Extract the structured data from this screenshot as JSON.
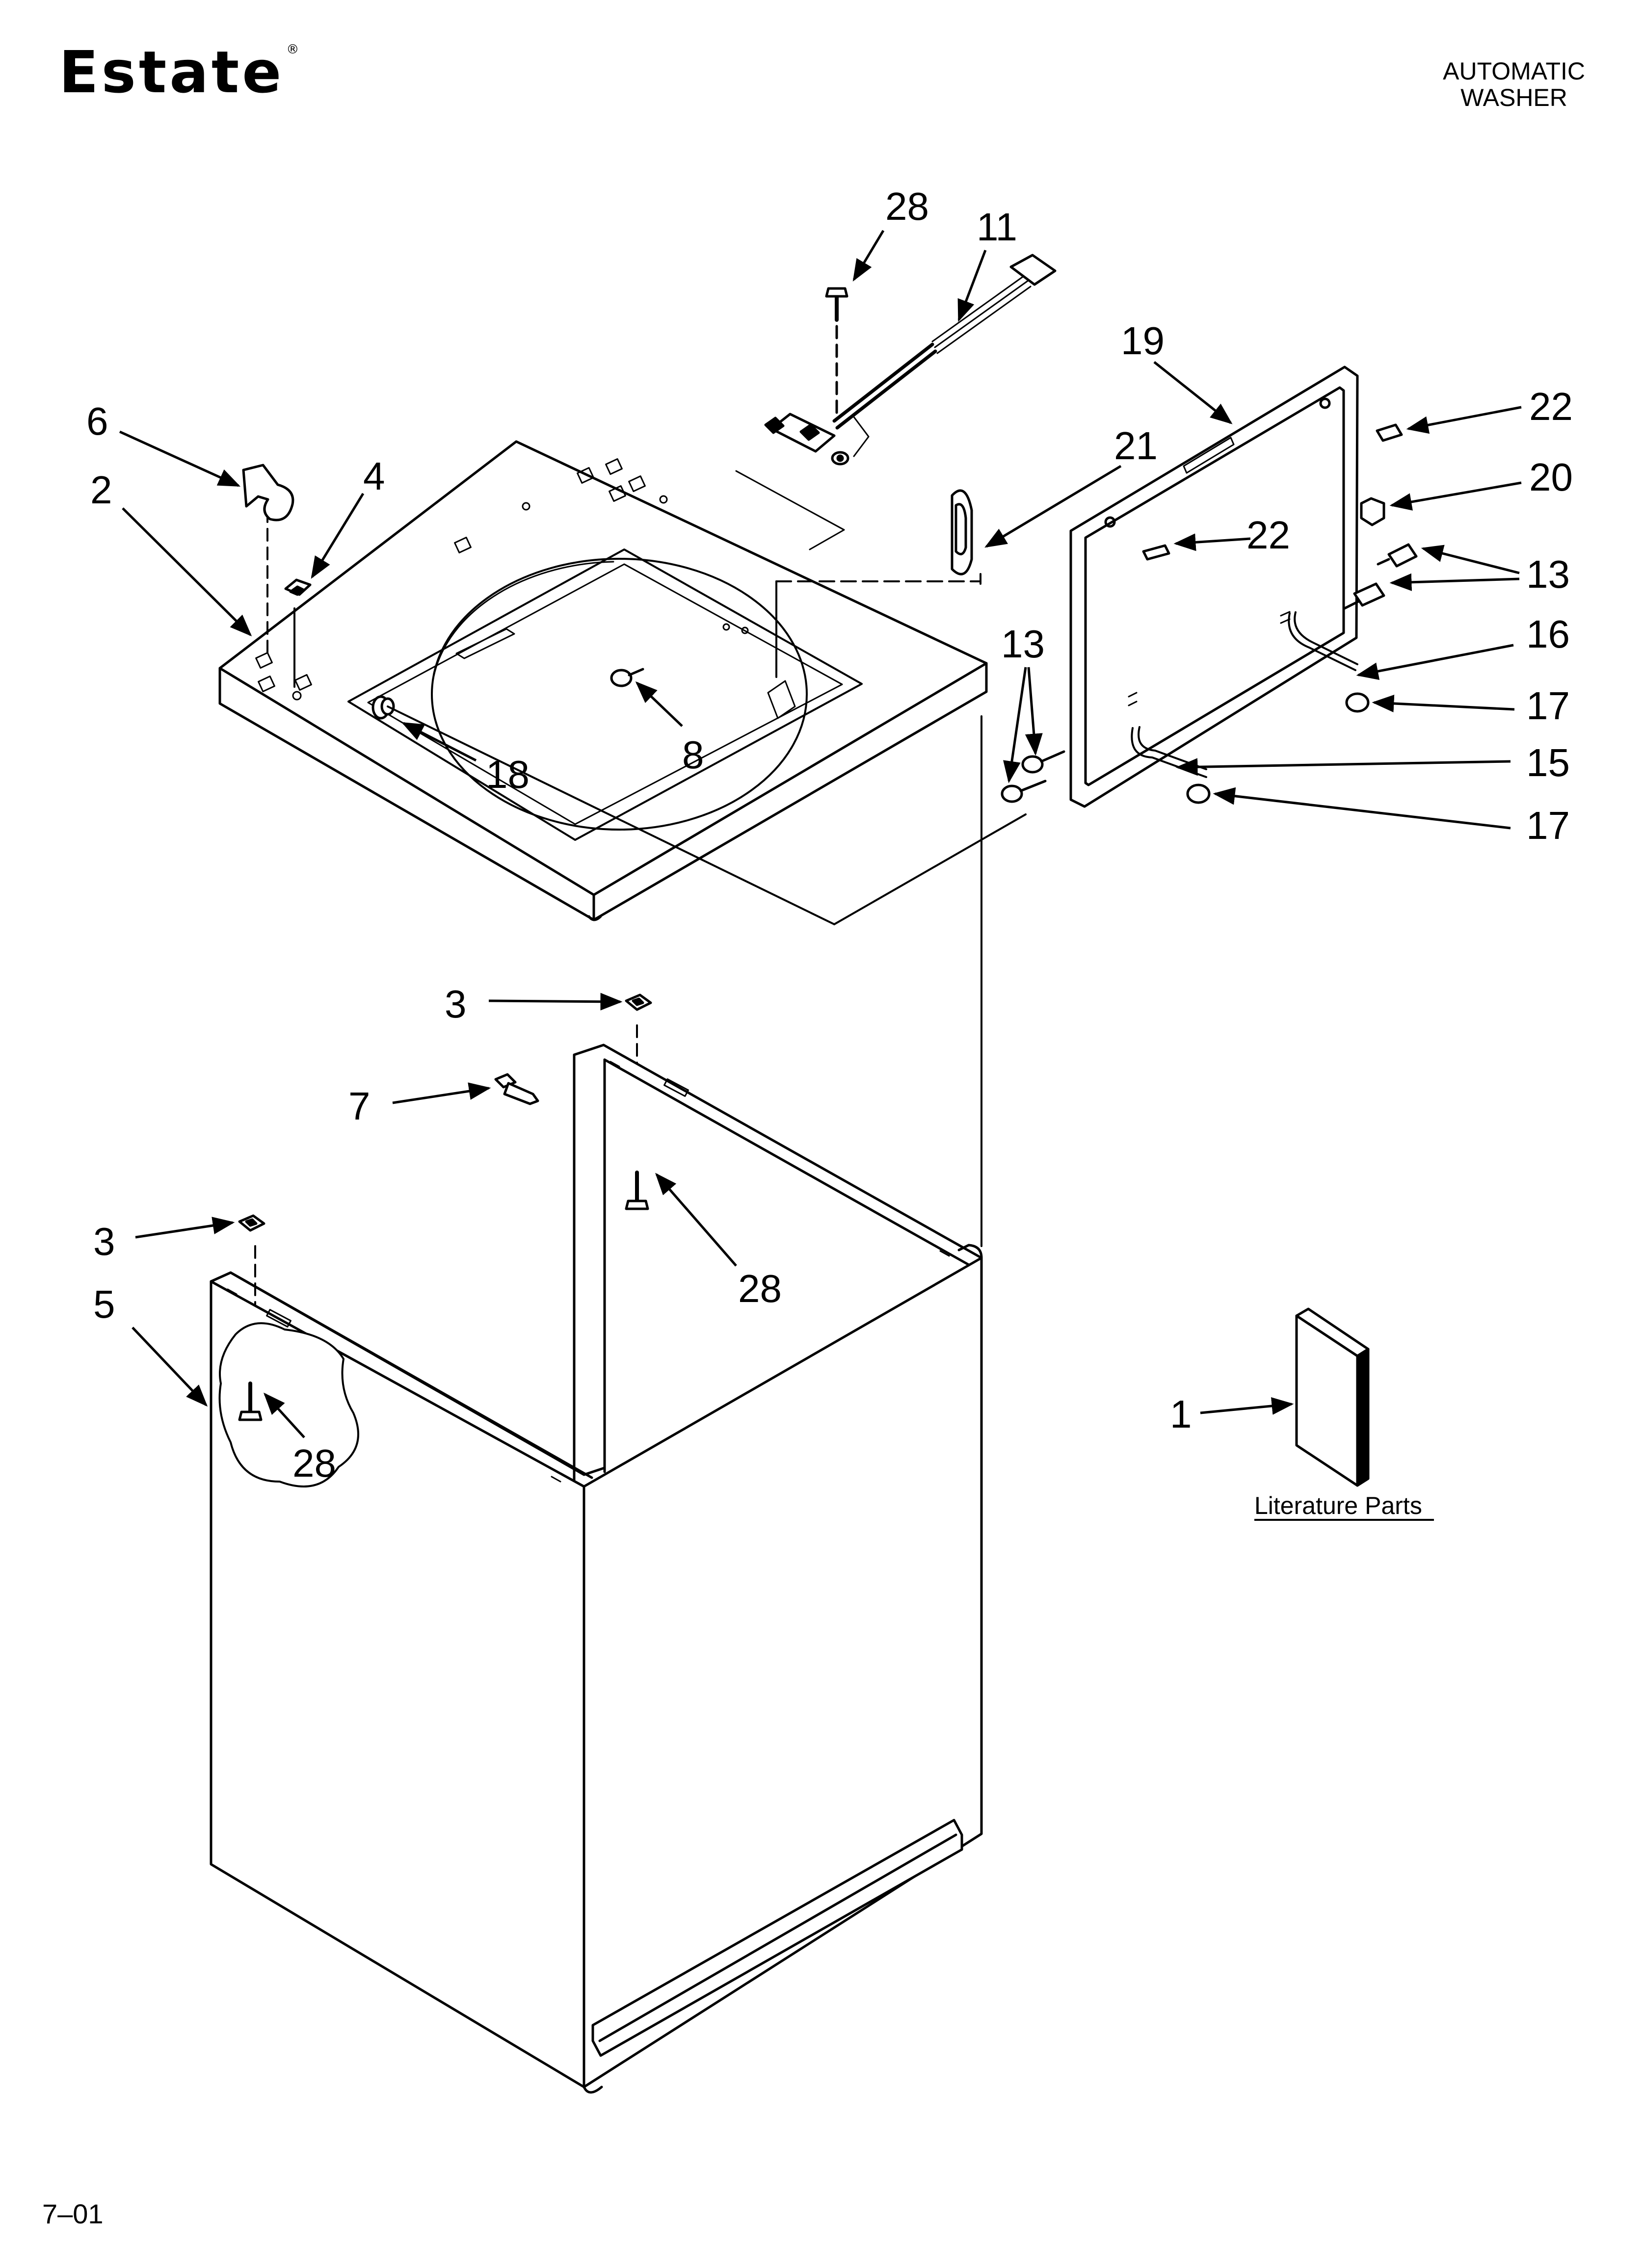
{
  "header": {
    "brand": "Estate",
    "brand_mark": "®",
    "title_line1": "AUTOMATIC",
    "title_line2": "WASHER"
  },
  "footer": {
    "code": "7–01"
  },
  "literature": {
    "caption": "Literature Parts"
  },
  "callouts": {
    "c28_top": "28",
    "c11": "11",
    "c19": "19",
    "c22_right": "22",
    "c20": "20",
    "c22_inner": "22",
    "c13_right": "13",
    "c13_right2": "13",
    "c16": "16",
    "c17_top": "17",
    "c15": "15",
    "c17_bottom": "17",
    "c13_left": "13",
    "c21": "21",
    "c6": "6",
    "c2": "2",
    "c4": "4",
    "c8": "8",
    "c18": "18",
    "c3_top": "3",
    "c7": "7",
    "c28_mid": "28",
    "c3_left": "3",
    "c5": "5",
    "c28_bottom": "28",
    "c1": "1"
  }
}
